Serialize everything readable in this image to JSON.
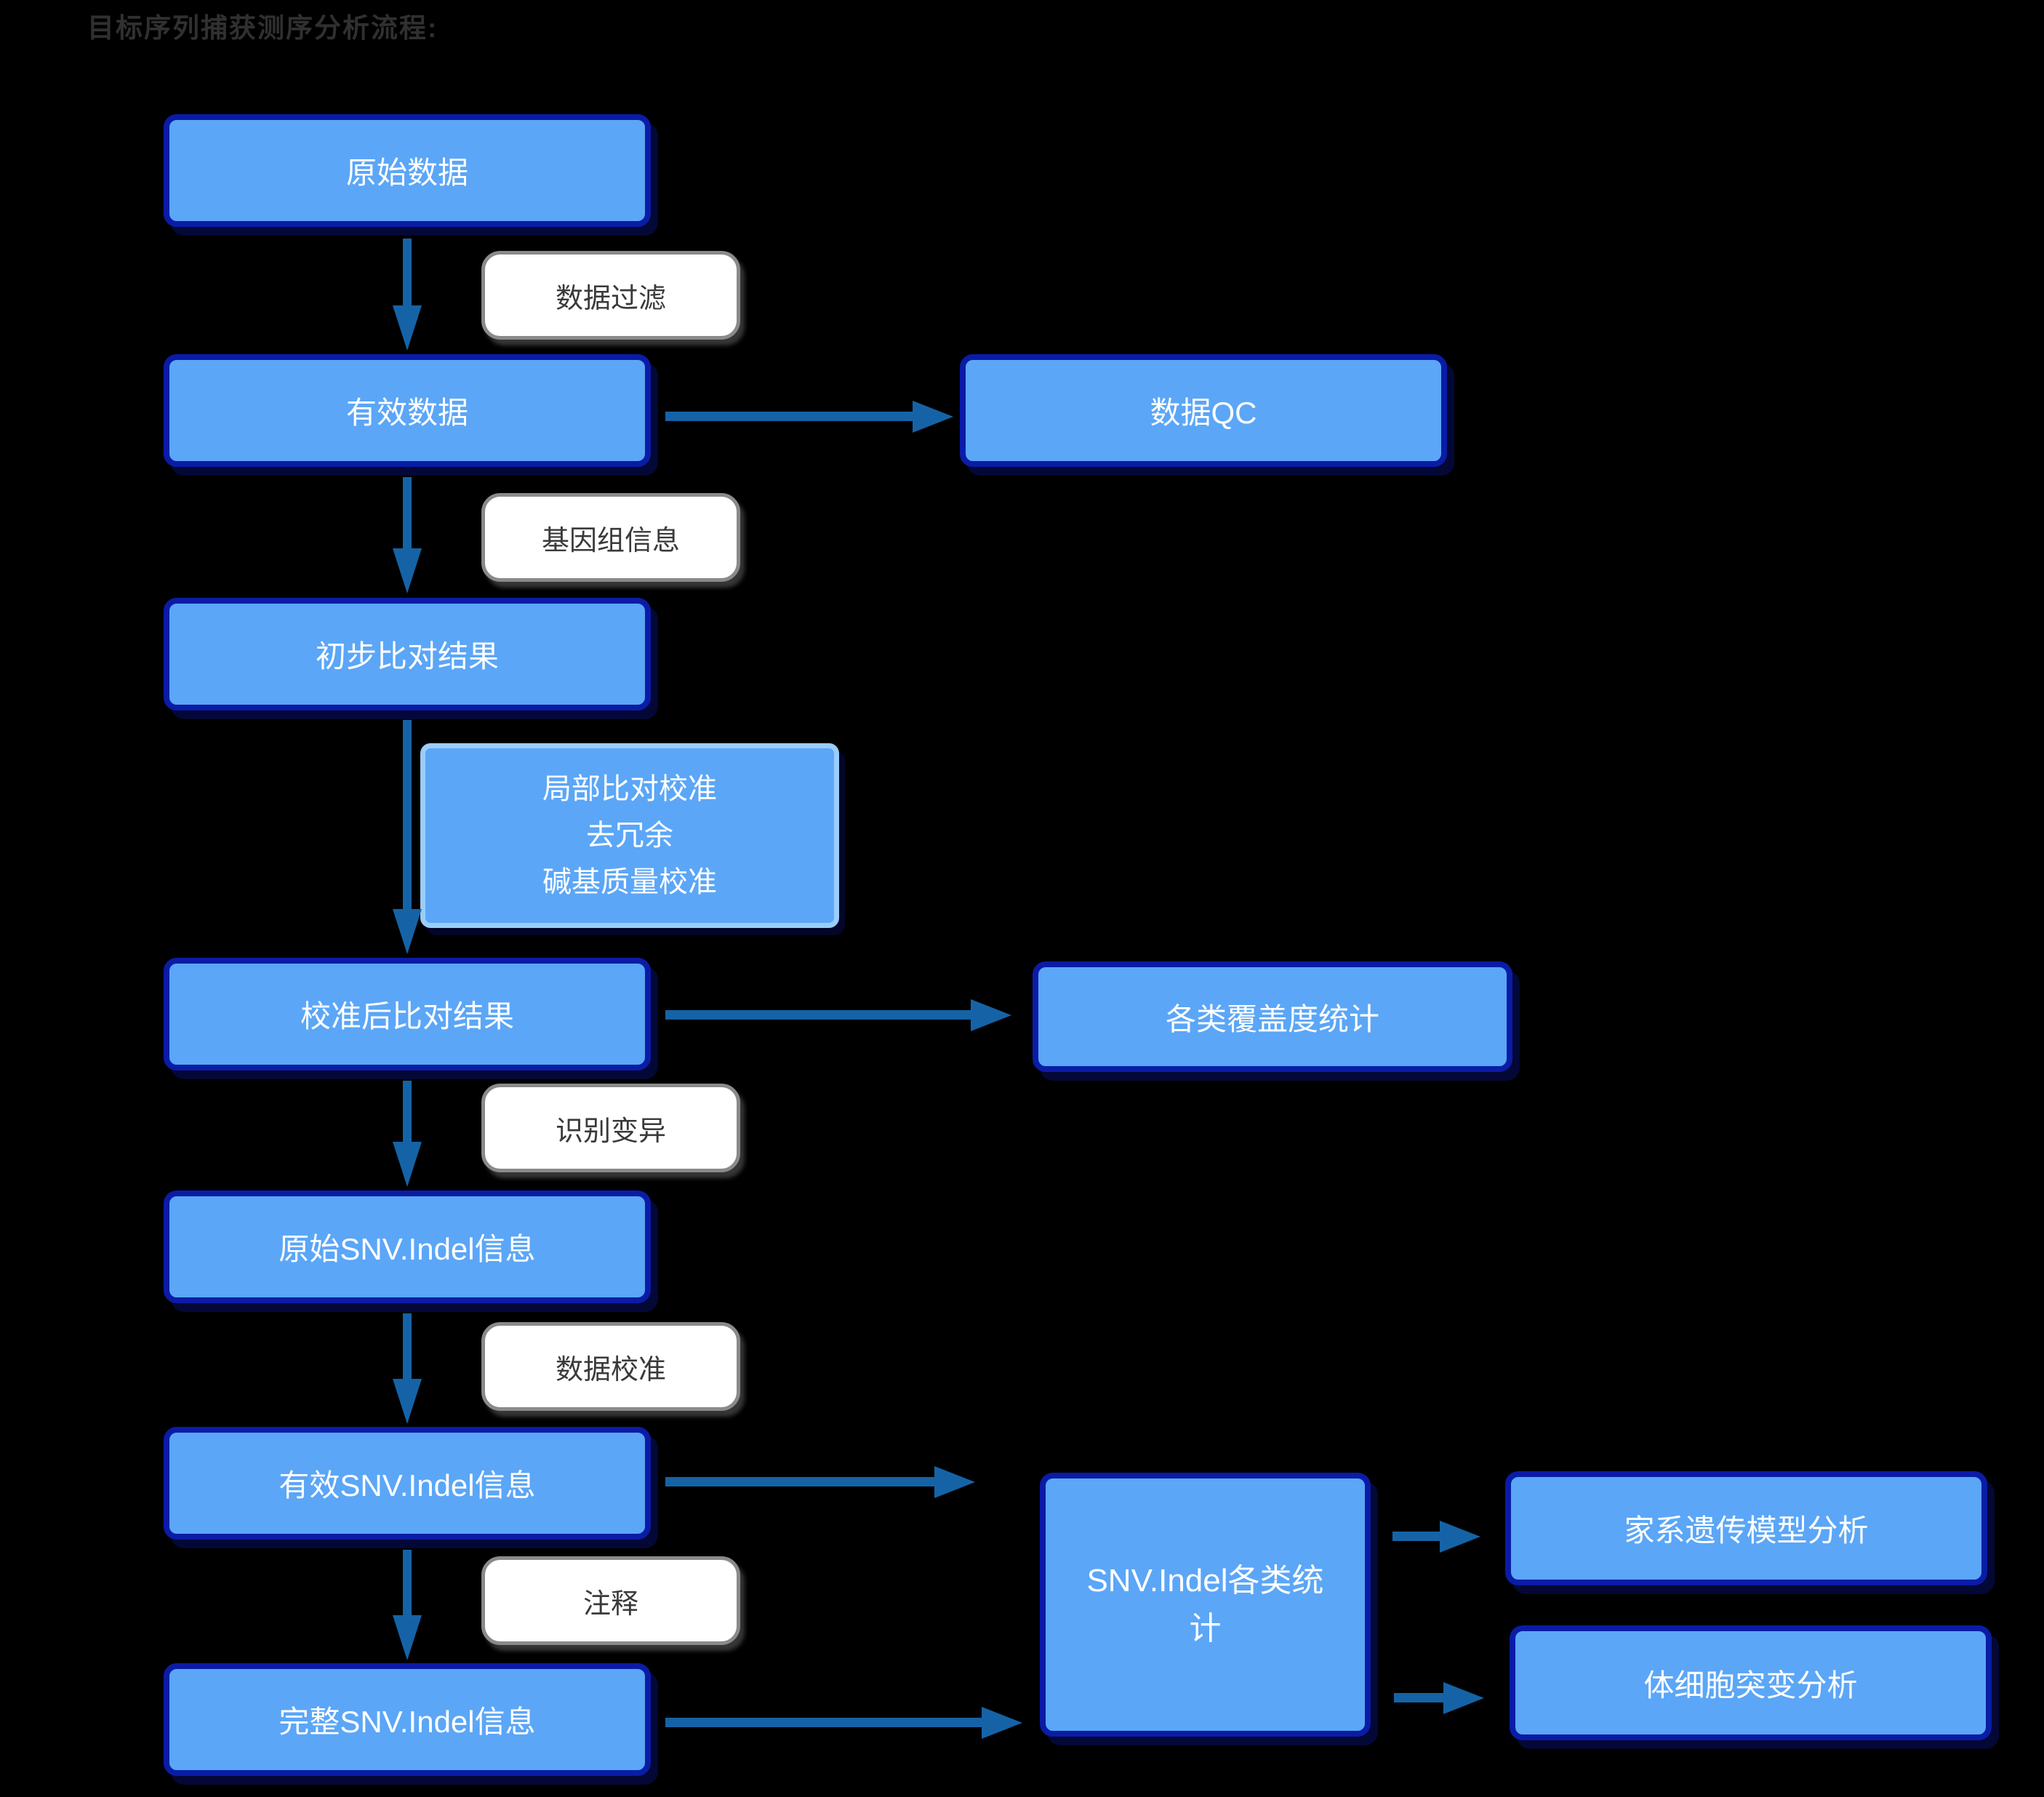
{
  "title": "目标序列捕获测序分析流程:",
  "palette": {
    "background": "#000000",
    "node_fill": "#5ba6f7",
    "node_border": "#0a1ca6",
    "node_text": "#ffffff",
    "arrow": "#1563a6",
    "step_label_fill": "#ffffff",
    "step_label_border": "#8a8a8a",
    "step_label_text": "#3a3a3a",
    "callout_border": "#9acdf9",
    "title_text": "#303030"
  },
  "nodes": {
    "raw_data": "原始数据",
    "valid_data": "有效数据",
    "data_qc": "数据QC",
    "initial_alignment": "初步比对结果",
    "calibrated_alignment": "校准后比对结果",
    "coverage_stats": "各类覆盖度统计",
    "raw_snv_indel": "原始SNV.Indel信息",
    "valid_snv_indel": "有效SNV.Indel信息",
    "complete_snv_indel": "完整SNV.Indel信息",
    "snv_indel_stats": "SNV.Indel各类统计",
    "pedigree_model_analysis": "家系遗传模型分析",
    "somatic_mutation_analysis": "体细胞突变分析"
  },
  "step_labels": {
    "data_filter": "数据过滤",
    "genome_info": "基因组信息",
    "variant_calling": "识别变异",
    "data_calibration": "数据校准",
    "annotation": "注释"
  },
  "calibration_callout": {
    "lines": [
      "局部比对校准",
      "去冗余",
      "碱基质量校准"
    ]
  }
}
